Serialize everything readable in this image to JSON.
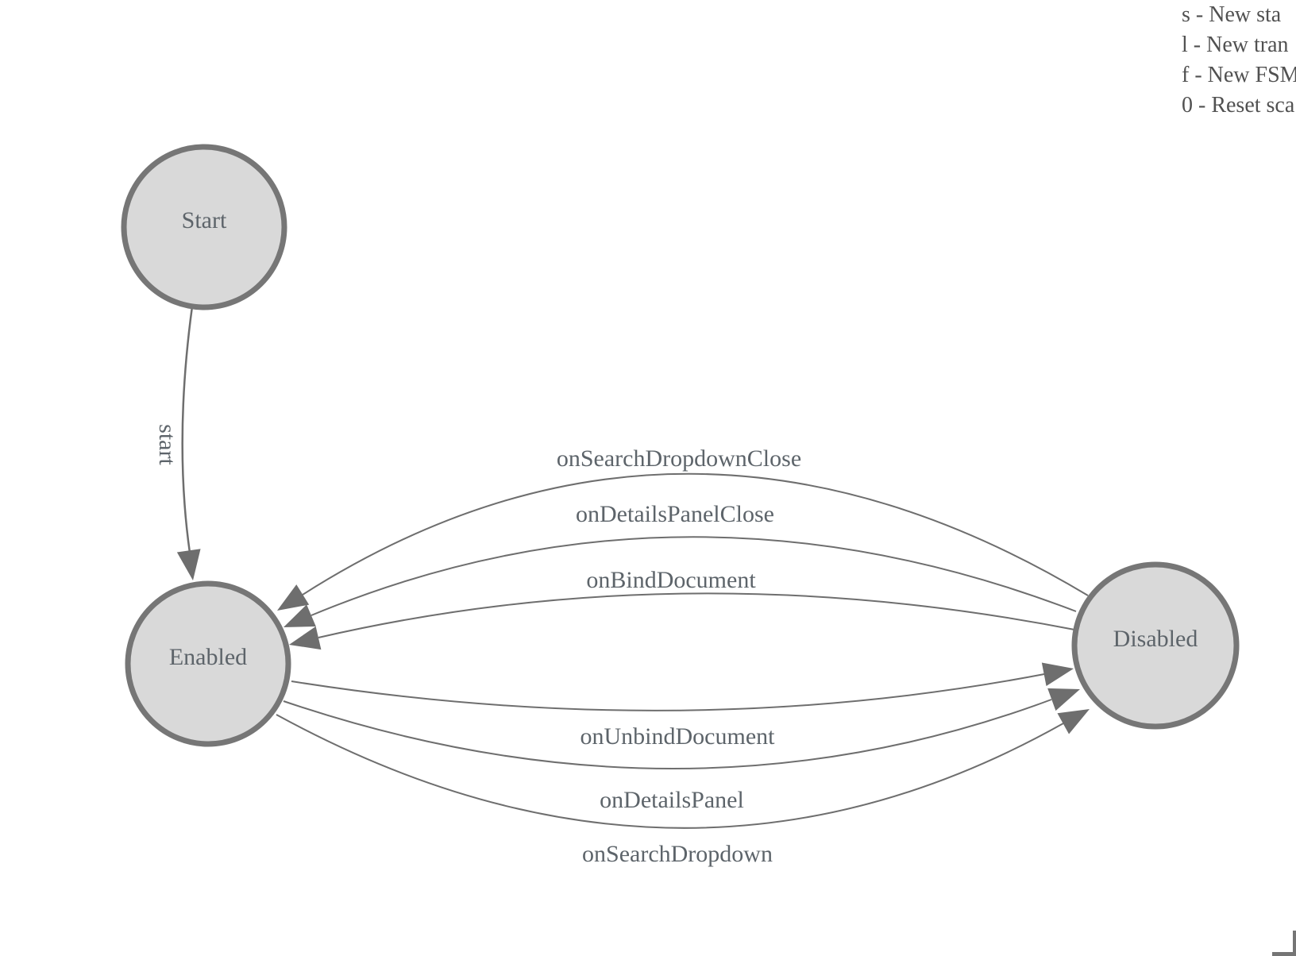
{
  "legend": {
    "lines": [
      "s - New sta",
      "l - New tran",
      "f - New FSM",
      "0 - Reset sca"
    ]
  },
  "diagram": {
    "type": "state-machine-graph",
    "nodes": {
      "start": {
        "label": "Start"
      },
      "enabled": {
        "label": "Enabled"
      },
      "disabled": {
        "label": "Disabled"
      }
    },
    "edges": {
      "start_to_enabled": {
        "label": "start",
        "from": "Start",
        "to": "Enabled"
      },
      "search_dropdown_close": {
        "label": "onSearchDropdownClose",
        "from": "Disabled",
        "to": "Enabled"
      },
      "details_panel_close": {
        "label": "onDetailsPanelClose",
        "from": "Disabled",
        "to": "Enabled"
      },
      "bind_document": {
        "label": "onBindDocument",
        "from": "Disabled",
        "to": "Enabled"
      },
      "unbind_document": {
        "label": "onUnbindDocument",
        "from": "Enabled",
        "to": "Disabled"
      },
      "details_panel": {
        "label": "onDetailsPanel",
        "from": "Enabled",
        "to": "Disabled"
      },
      "search_dropdown": {
        "label": "onSearchDropdown",
        "from": "Enabled",
        "to": "Disabled"
      }
    },
    "colors": {
      "node_fill": "#d9d9d9",
      "node_stroke": "#767676",
      "edge_stroke": "#6e6e6e",
      "label_text": "#5d646a",
      "legend_text": "#515151",
      "corner_widget": "#757575"
    }
  }
}
